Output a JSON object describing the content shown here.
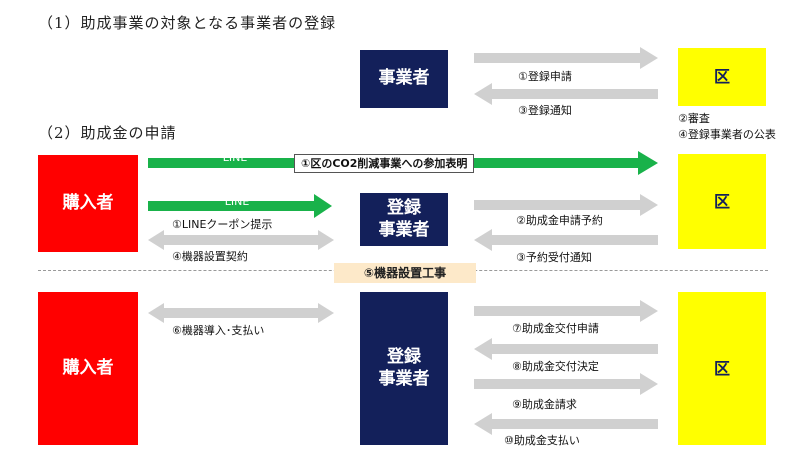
{
  "sections": {
    "s1_title": "（1）助成事業の対象となる事業者の登録",
    "s2_title": "（2）助成金の申請"
  },
  "boxes": {
    "business_top": "事業者",
    "ku_top": "区",
    "buyer_mid": "購入者",
    "registered_mid": "登録\n事業者",
    "ku_mid": "区",
    "buyer_bottom": "購入者",
    "registered_bottom": "登録\n事業者",
    "ku_bottom": "区"
  },
  "labels": {
    "registration_request": "①登録申請",
    "registration_notice": "③登録通知",
    "review": "②審査",
    "publication": "④登録事業者の公表",
    "line_1": "LINE",
    "participation_banner": "①区のCO2削減事業への参加表明",
    "line_2": "LINE",
    "line_coupon": "①LINEクーポン提示",
    "equipment_contract": "④機器設置契約",
    "subsidy_reservation": "②助成金申請予約",
    "reservation_notice": "③予約受付通知",
    "installation_work": "⑤機器設置工事",
    "purchase_payment": "⑥機器導入･支払い",
    "grant_application": "⑦助成金交付申請",
    "grant_decision": "⑧助成金交付決定",
    "subsidy_claim": "⑨助成金請求",
    "subsidy_payment": "⑩助成金支払い"
  },
  "colors": {
    "navy": "#13205a",
    "red": "#ff0000",
    "yellow": "#ffff00",
    "green": "#19b24a",
    "gray_arrow": "#d0d0d0",
    "work_highlight": "#fde9c9"
  }
}
